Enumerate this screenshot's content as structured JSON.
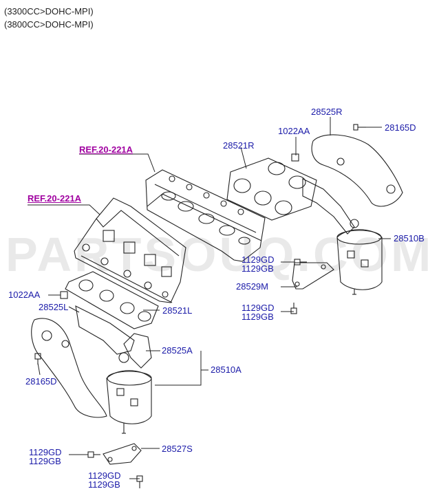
{
  "header": {
    "line1": "(3300CC>DOHC-MPI)",
    "line2": "(3800CC>DOHC-MPI)"
  },
  "watermark": "PARTSOUQ.COM",
  "refs": {
    "ref_upper": "REF.20-221A",
    "ref_lower": "REF.20-221A"
  },
  "labels": {
    "p28525R": "28525R",
    "p1022AA_r": "1022AA",
    "p28165D_r": "28165D",
    "p28521R": "28521R",
    "p28510B": "28510B",
    "p1129GD_r1": "1129GD",
    "p1129GB_r1": "1129GB",
    "p28529M": "28529M",
    "p1129GD_r2": "1129GD",
    "p1129GB_r2": "1129GB",
    "p1022AA_l": "1022AA",
    "p28525L": "28525L",
    "p28521L": "28521L",
    "p28165D_l": "28165D",
    "p28525A": "28525A",
    "p28510A": "28510A",
    "p1129GD_l1": "1129GD",
    "p1129GB_l1": "1129GB",
    "p28527S": "28527S",
    "p1129GD_l2": "1129GD",
    "p1129GB_l2": "1129GB"
  },
  "colors": {
    "label": "#1a1aa8",
    "ref": "#a000a0",
    "line": "#222222"
  }
}
